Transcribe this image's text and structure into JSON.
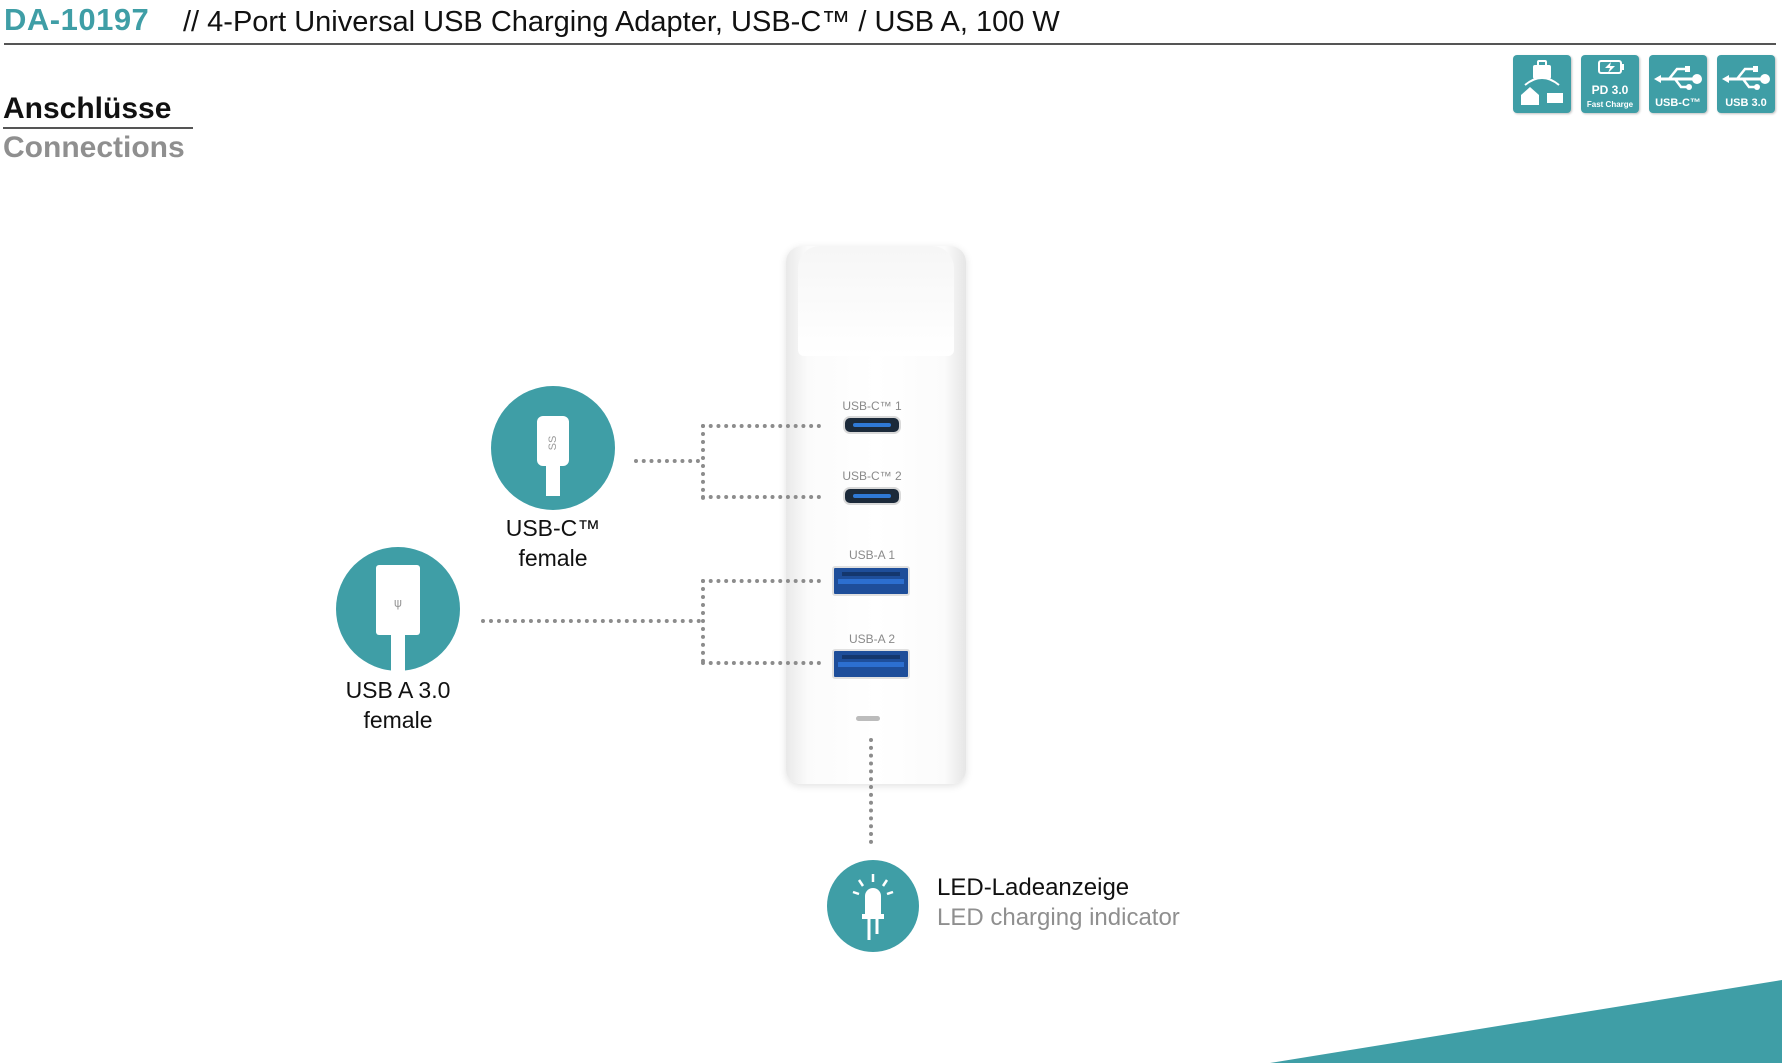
{
  "header": {
    "sku": "DA-10197",
    "title": "//  4-Port Universal USB Charging Adapter, USB-C™ / USB A, 100 W"
  },
  "section": {
    "title_de": "Anschlüsse",
    "title_en": "Connections"
  },
  "badges": [
    {
      "icon": "travel-home-office-icon",
      "label": ""
    },
    {
      "icon": "pd-fast-charge-icon",
      "label": "PD 3.0",
      "sublabel": "Fast Charge"
    },
    {
      "icon": "usb-trident-icon",
      "label": "USB-C™"
    },
    {
      "icon": "usb-trident-icon",
      "label": "USB 3.0"
    }
  ],
  "ports": [
    {
      "label": "USB-C™ 1",
      "type": "usb-c"
    },
    {
      "label": "USB-C™ 2",
      "type": "usb-c"
    },
    {
      "label": "USB-A 1",
      "type": "usb-a"
    },
    {
      "label": "USB-A 2",
      "type": "usb-a"
    }
  ],
  "callouts": {
    "usbc": {
      "line1": "USB-C™",
      "line2": "female"
    },
    "usba": {
      "line1": "USB A 3.0",
      "line2": "female"
    },
    "led": {
      "de": "LED-Ladeanzeige",
      "en": "LED charging indicator"
    }
  },
  "colors": {
    "accent": "#3f9ea6",
    "usb_blue": "#1e4e9a",
    "dotted": "#8c8c8c",
    "secondary_text": "#8f8f8f"
  }
}
